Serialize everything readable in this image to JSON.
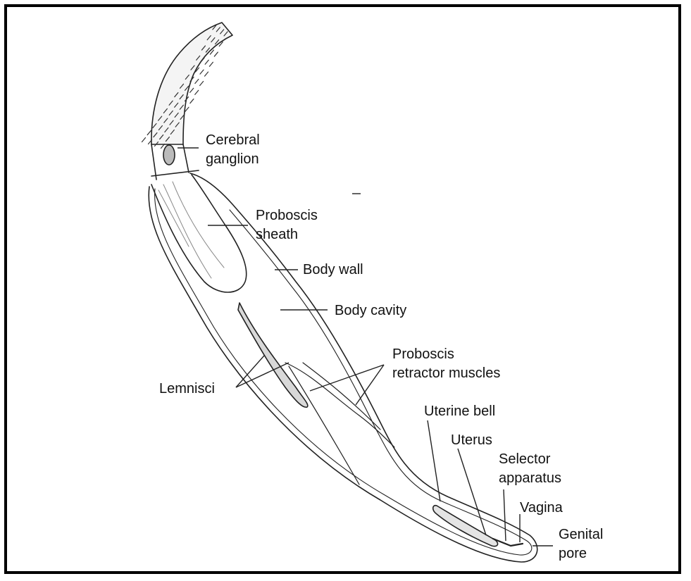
{
  "labels": {
    "cerebral_ganglion": [
      "Cerebral",
      "ganglion"
    ],
    "proboscis_sheath": [
      "Proboscis",
      "sheath"
    ],
    "body_wall": "Body wall",
    "body_cavity": "Body cavity",
    "proboscis_retractor_muscles": [
      "Proboscis",
      "retractor muscles"
    ],
    "lemnisci": "Lemnisci",
    "uterine_bell": "Uterine bell",
    "uterus": "Uterus",
    "selector_apparatus": [
      "Selector",
      "apparatus"
    ],
    "vagina": "Vagina",
    "genital_pore": [
      "Genital",
      "pore"
    ]
  }
}
